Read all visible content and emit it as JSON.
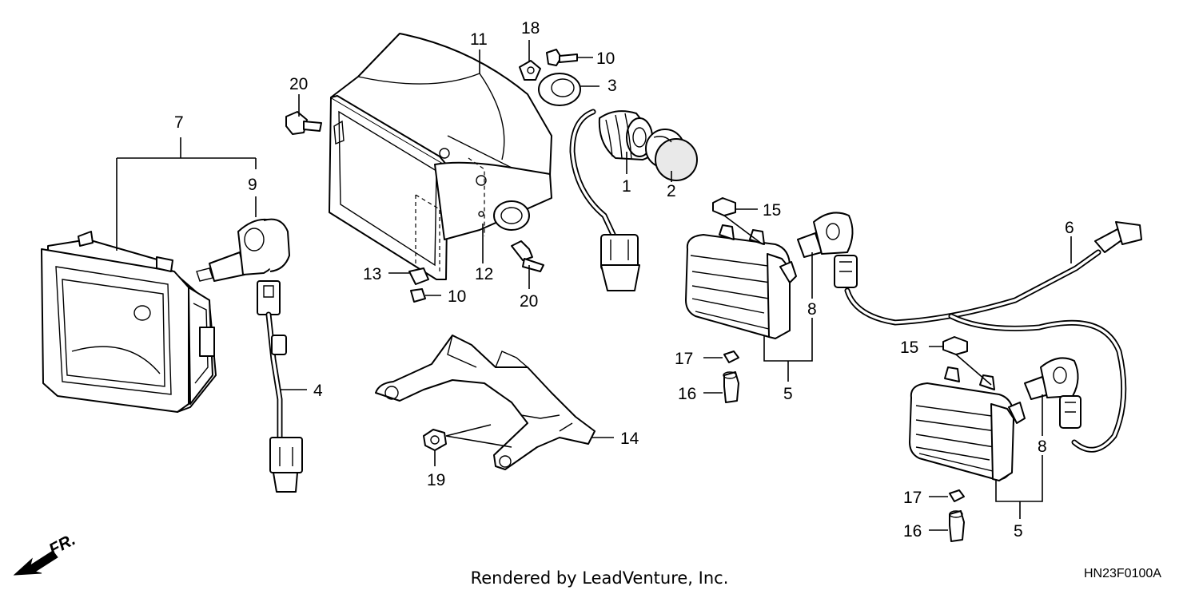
{
  "callouts": {
    "c1": "1",
    "c2": "2",
    "c3": "3",
    "c4": "4",
    "c5a": "5",
    "c5b": "5",
    "c6": "6",
    "c7": "7",
    "c8a": "8",
    "c8b": "8",
    "c9": "9",
    "c10a": "10",
    "c10b": "10",
    "c11": "11",
    "c12": "12",
    "c13": "13",
    "c14": "14",
    "c15a": "15",
    "c15b": "15",
    "c16a": "16",
    "c16b": "16",
    "c17a": "17",
    "c17b": "17",
    "c18": "18",
    "c19": "19",
    "c20a": "20",
    "c20b": "20"
  },
  "front_arrow_label": "FR.",
  "footer_text": "Rendered by LeadVenture, Inc.",
  "diagram_code": "HN23F0100A"
}
